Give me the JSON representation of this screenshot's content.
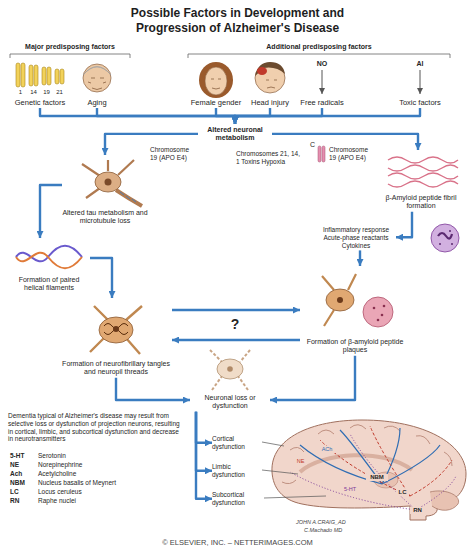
{
  "diagram": {
    "title": "Possible Factors in Development and Progression of Alzheimer's Disease",
    "nodes": [
      {
        "text": [
          "Genetic factors"
        ]
      },
      {
        "text": [
          "Aging"
        ]
      },
      {
        "text": [
          "Female gender"
        ]
      },
      {
        "text": [
          "Head injury"
        ]
      },
      {
        "text": [
          "Free radicals"
        ]
      },
      {
        "text": [
          "Toxic factors"
        ]
      },
      {
        "text": [
          "Altered neuronal metabolism"
        ]
      },
      {
        "text": [
          "Altered tau metabolism and microtubule loss"
        ]
      },
      {
        "text": [
          "β-Amyloid peptide fibril formation"
        ]
      },
      {
        "text": [
          "Formation of paired helical filaments"
        ]
      },
      {
        "text": [
          "Inflammatory response Acute-phase reactants Cytokines"
        ]
      },
      {
        "text": [
          "Formation of neurofibrillary tangles and neuropil threads"
        ]
      },
      {
        "text": [
          "Formation of β-amyloid peptide plaques"
        ]
      },
      {
        "text": [
          "Neuronal loss or dysfunction"
        ]
      },
      {
        "text": [
          "Cortical dysfunction"
        ]
      },
      {
        "text": [
          "Limbic dysfunction"
        ]
      },
      {
        "text": [
          "Subcortical dysfunction"
        ]
      }
    ],
    "edges": [
      {
        "from": 0,
        "to": 6,
        "arrow": "to"
      },
      {
        "from": 1,
        "to": 6,
        "arrow": "to"
      },
      {
        "from": 2,
        "to": 6,
        "arrow": "to"
      },
      {
        "from": 3,
        "to": 6,
        "arrow": "to"
      },
      {
        "from": 4,
        "to": 6,
        "arrow": "to"
      },
      {
        "from": 5,
        "to": 6,
        "arrow": "to"
      },
      {
        "from": 6,
        "to": 7,
        "arrow": "to"
      },
      {
        "from": 6,
        "to": 8,
        "arrow": "to"
      },
      {
        "from": 7,
        "to": 9,
        "arrow": "to"
      },
      {
        "from": 9,
        "to": 11,
        "arrow": "to"
      },
      {
        "from": 8,
        "to": 10,
        "arrow": "to"
      },
      {
        "from": 10,
        "to": 12,
        "arrow": "to"
      },
      {
        "from": 11,
        "to": 12,
        "arrow": "to"
      },
      {
        "from": 12,
        "to": 11,
        "arrow": "to"
      },
      {
        "from": 11,
        "to": 13,
        "arrow": "to"
      },
      {
        "from": 12,
        "to": 13,
        "arrow": "to"
      },
      {
        "from": 13,
        "to": 14,
        "arrow": "to"
      },
      {
        "from": 13,
        "to": 15,
        "arrow": "to"
      },
      {
        "from": 13,
        "to": 16,
        "arrow": "to"
      }
    ],
    "labels": [
      "Major predisposing factors",
      "Additional predisposing factors",
      "1",
      "14",
      "19",
      "21",
      "NO",
      "Al",
      "Chromosome 19 (APO E4)",
      "Chromosomes 21, 14, 1 Toxins Hypoxia",
      "C",
      "Chromosome 19 (APO E4)",
      "?",
      "Dementia typical of Alzheimer's disease may result from selective loss or dysfunction of projection neurons, resulting in cortical, limbic, and subcortical dysfunction and decrease in neurotransmitters",
      "5-HT",
      "Serotonin",
      "NE",
      "Norepinephrine",
      "Ach",
      "Acetylcholine",
      "NBM",
      "Nucleus basalis of Meynert",
      "LC",
      "Locus ceruleus",
      "RN",
      "Raphe nuclei",
      "NBM",
      "LC",
      "RN",
      "ACh",
      "NE",
      "5-HT",
      "JOHN A.CRAIG_AD",
      "C.Machado MD",
      "© ELSEVIER, INC. – NETTERIMAGES.COM"
    ]
  }
}
